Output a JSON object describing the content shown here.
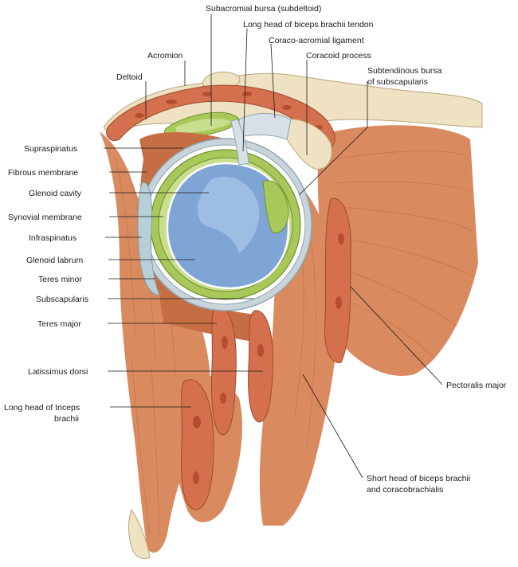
{
  "labels": {
    "subacromial_bursa": "Subacromial bursa (subdeltoid)",
    "biceps_long_head_tendon": "Long head of biceps brachii tendon",
    "coraco_acromial_ligament": "Coraco-acromial ligament",
    "coracoid_process": "Coracoid process",
    "acromion": "Acromion",
    "deltoid": "Deltoid",
    "subtendinous_bursa_line1": "Subtendinous bursa",
    "subtendinous_bursa_line2": "of subscapularis",
    "supraspinatus": "Supraspinatus",
    "fibrous_membrane": "Fibrous membrane",
    "glenoid_cavity": "Glenoid cavity",
    "synovial_membrane": "Synovial membrane",
    "infraspinatus": "Infraspinatus",
    "glenoid_labrum": "Glenoid labrum",
    "teres_minor": "Teres minor",
    "subscapularis": "Subscapularis",
    "teres_major": "Teres major",
    "latissimus_dorsi": "Latissimus dorsi",
    "pectoralis_major": "Pectoralis major",
    "triceps_line1": "Long head of triceps",
    "triceps_line2": "brachii",
    "short_head_line1": "Short head of biceps brachii",
    "short_head_line2": "and coracobrachialis"
  },
  "colors": {
    "muscle": "#d98a5e",
    "bone": "#eee2c2",
    "bursa": "#a8c95a",
    "glenoid_cavity": "#7fa5d6",
    "synovial": "#b9cfd8"
  }
}
